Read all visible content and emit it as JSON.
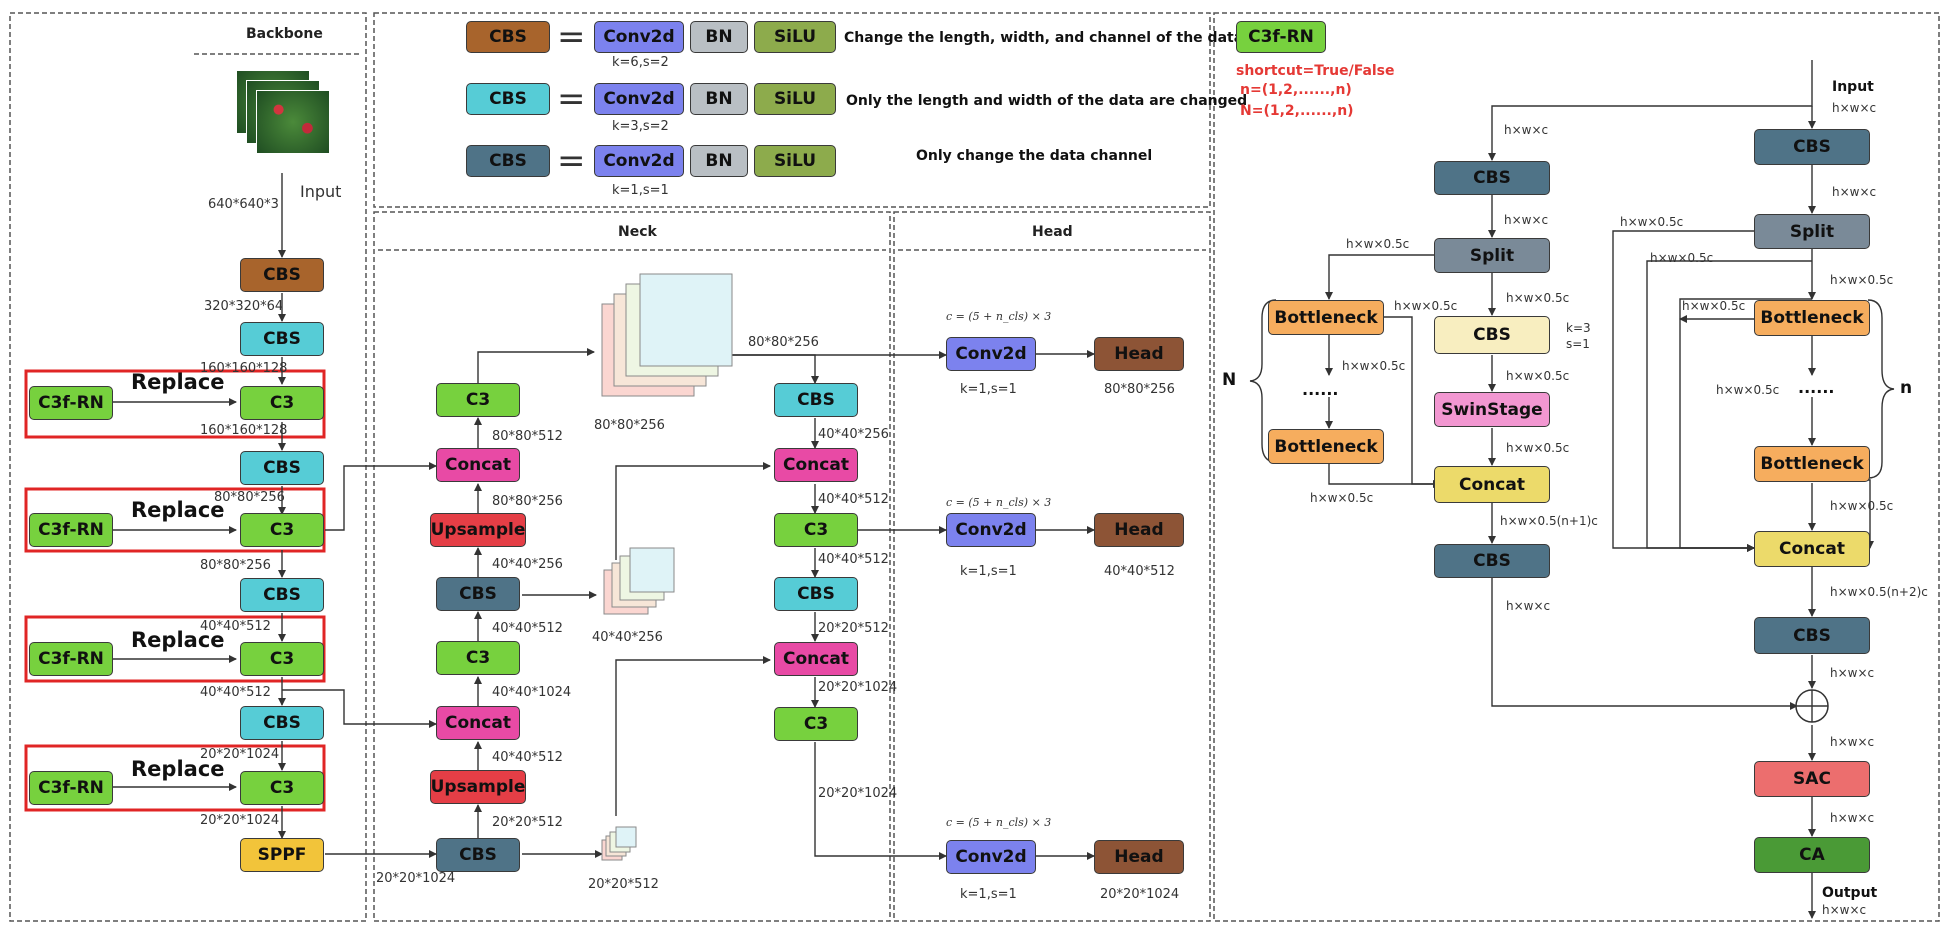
{
  "sections": {
    "backbone": "Backbone",
    "neck": "Neck",
    "head": "Head"
  },
  "legend": {
    "cbs": "CBS",
    "conv2d": "Conv2d",
    "bn": "BN",
    "silu": "SiLU",
    "k1": "k=6,s=2",
    "k2": "k=3,s=2",
    "k3": "k=1,s=1",
    "desc1": "Change the length, width, and channel of the data",
    "desc2": "Only the length and width of the data are changed",
    "desc3": "Only change the data channel"
  },
  "backbone": {
    "input_label": "Input",
    "input_size": "640*640*3",
    "cbs": "CBS",
    "c3": "C3",
    "c3frn": "C3f-RN",
    "replace": "Replace",
    "sppf": "SPPF",
    "s1": "320*320*64",
    "s2": "160*160*128",
    "s3": "160*160*128",
    "s4": "80*80*256",
    "s5": "80*80*256",
    "s6": "40*40*512",
    "s7": "40*40*512",
    "s8": "20*20*1024",
    "s9": "20*20*1024"
  },
  "neck": {
    "c3": "C3",
    "concat": "Concat",
    "upsample": "Upsample",
    "cbs": "CBS",
    "s_c3_top": "80*80*512",
    "s_up1": "80*80*256",
    "s_cbs1": "40*40*256",
    "s_c3_mid": "40*40*512",
    "s_concat2": "40*40*1024",
    "s_up2": "40*40*512",
    "s_cbs2": "20*20*512",
    "s_cbs_bottom": "20*20*1024",
    "f1": "80*80*256",
    "f1_arrow": "80*80*256",
    "f2": "40*40*256",
    "f3": "20*20*512",
    "r_cbs1": "40*40*256",
    "r_c3": "40*40*512",
    "r_c3b": "40*40*512",
    "r_cbs2": "20*20*512",
    "r_concat": "20*20*1024",
    "r_c3_out": "20*20*1024"
  },
  "head": {
    "formula": "c = (5 + n_cls) × 3",
    "conv2d": "Conv2d",
    "head": "Head",
    "k": "k=1,s=1",
    "o1": "80*80*256",
    "o2": "40*40*512",
    "o3": "20*20*1024"
  },
  "c3frn": {
    "title": "C3f-RN",
    "shortcut": "shortcut=True/False",
    "n_range": "n=(1,2,......,n)",
    "N_range": "N=(1,2,......,n)",
    "input": "Input",
    "output": "Output",
    "cbs": "CBS",
    "split": "Split",
    "bottleneck": "Bottleneck",
    "swinstage": "SwinStage",
    "concat": "Concat",
    "sac": "SAC",
    "ca": "CA",
    "dots": "......",
    "N": "N",
    "n": "n",
    "k3": "k=3",
    "s1": "s=1",
    "hwc": "h×w×c",
    "hw05c": "h×w×0.5c",
    "hw_n1": "h×w×0.5(n+1)c",
    "hw_n2": "h×w×0.5(n+2)c"
  }
}
